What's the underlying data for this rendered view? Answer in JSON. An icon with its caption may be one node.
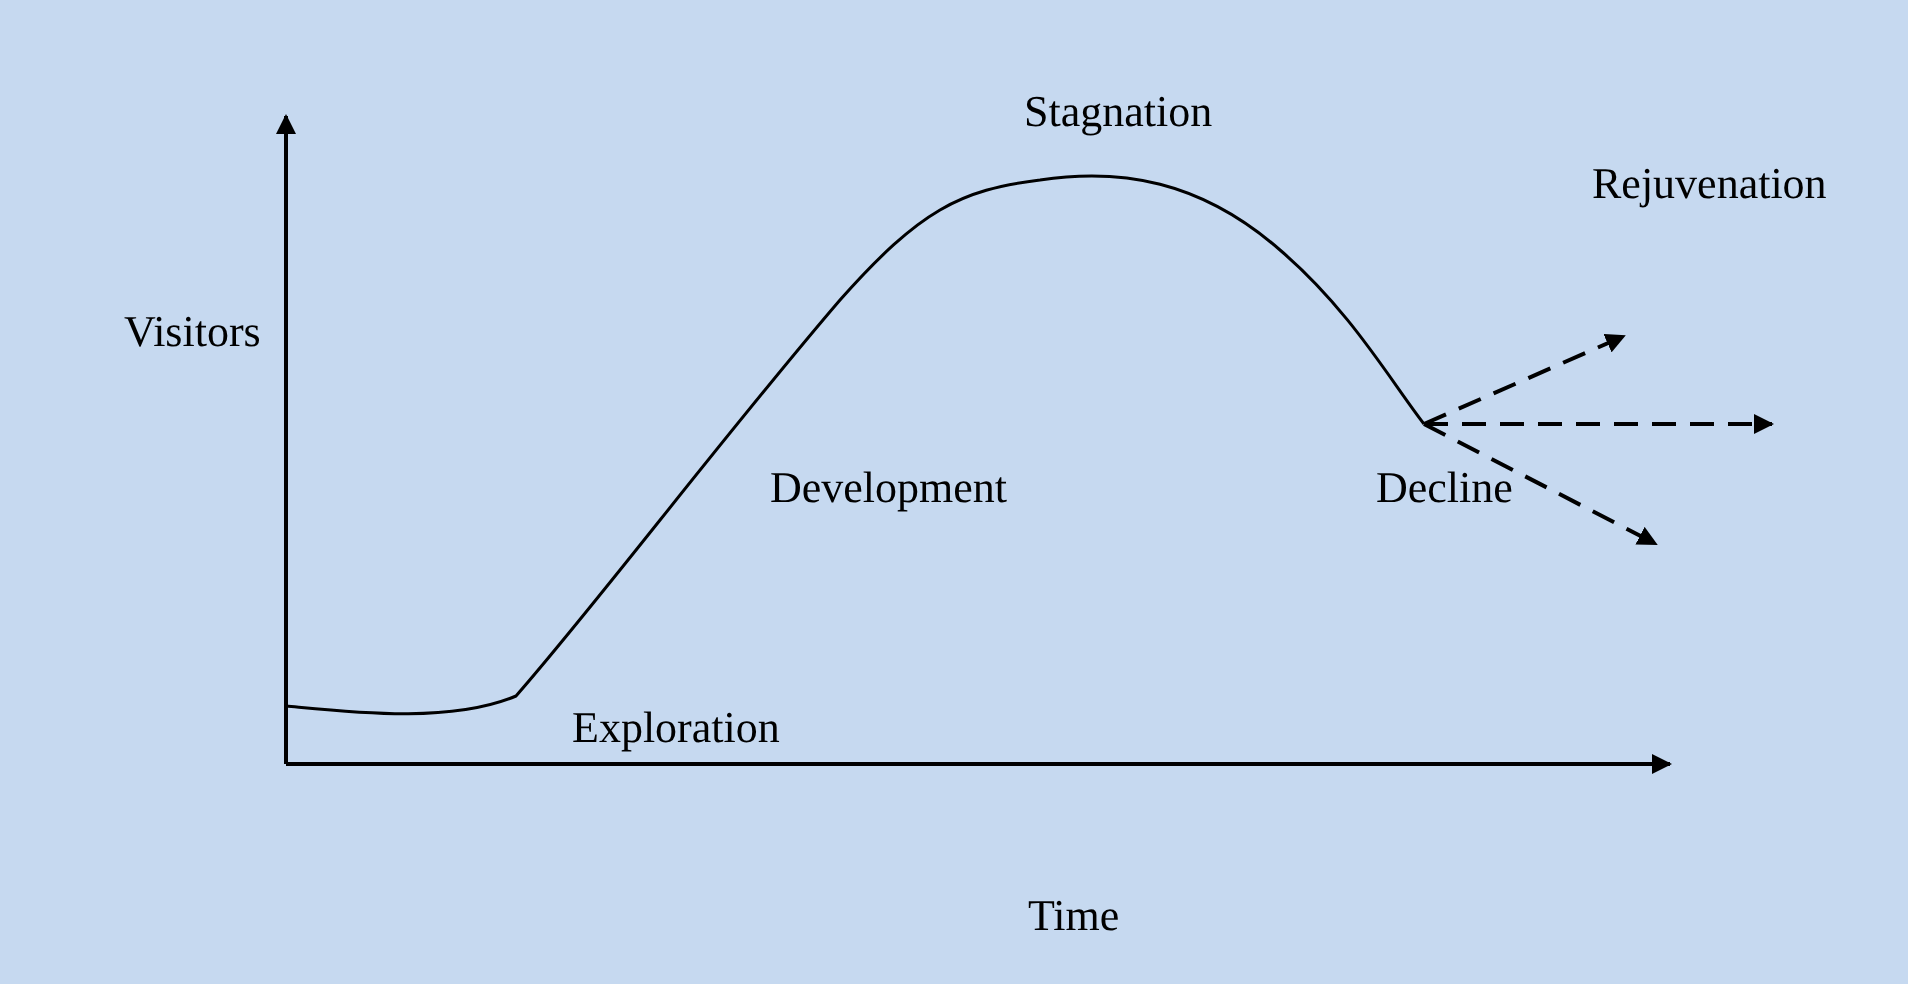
{
  "diagram": {
    "labels": [
      "Stagnation",
      "Rejuvenation",
      "Visitors",
      "Development",
      "Decline",
      "Exploration",
      "Time"
    ]
  }
}
